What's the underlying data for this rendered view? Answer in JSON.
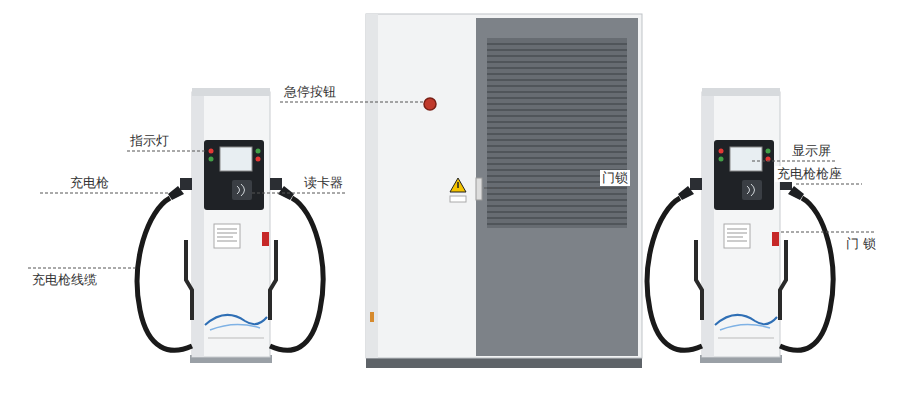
{
  "diagram": {
    "labels": [
      "急停按钮",
      "指示灯",
      "充电枪",
      "读卡器",
      "充电枪线缆",
      "门锁",
      "显示屏",
      "充电枪枪座",
      "门 锁"
    ]
  }
}
